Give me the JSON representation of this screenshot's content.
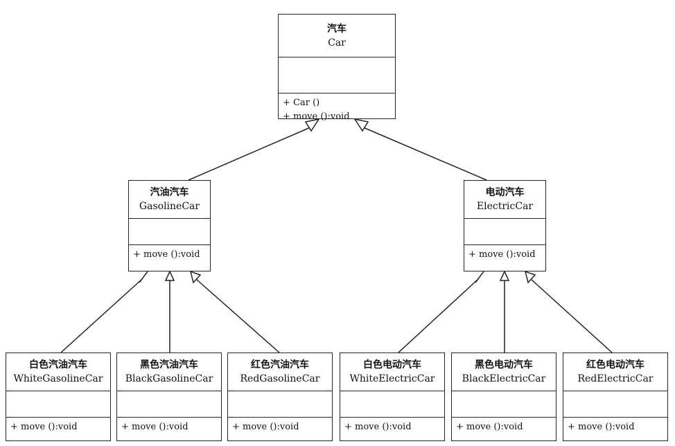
{
  "classes": {
    "car": {
      "cn": "汽车",
      "en": "Car",
      "ops": [
        "+ Car ()",
        "+ move ():void"
      ]
    },
    "gasoline": {
      "cn": "汽油汽车",
      "en": "GasolineCar",
      "ops": [
        "+ move ():void"
      ]
    },
    "electric": {
      "cn": "电动汽车",
      "en": "ElectricCar",
      "ops": [
        "+ move ():void"
      ]
    },
    "white_gasoline": {
      "cn": "白色汽油汽车",
      "en": "WhiteGasolineCar",
      "ops": [
        "+ move ():void"
      ]
    },
    "black_gasoline": {
      "cn": "黑色汽油汽车",
      "en": "BlackGasolineCar",
      "ops": [
        "+ move ():void"
      ]
    },
    "red_gasoline": {
      "cn": "红色汽油汽车",
      "en": "RedGasolineCar",
      "ops": [
        "+ move ():void"
      ]
    },
    "white_electric": {
      "cn": "白色电动汽车",
      "en": "WhiteElectricCar",
      "ops": [
        "+ move ():void"
      ]
    },
    "black_electric": {
      "cn": "黑色电动汽车",
      "en": "BlackElectricCar",
      "ops": [
        "+ move ():void"
      ]
    },
    "red_electric": {
      "cn": "红色电动汽车",
      "en": "RedElectricCar",
      "ops": [
        "+ move ():void"
      ]
    }
  },
  "colors": {
    "line": "#222222",
    "background": "#ffffff"
  }
}
